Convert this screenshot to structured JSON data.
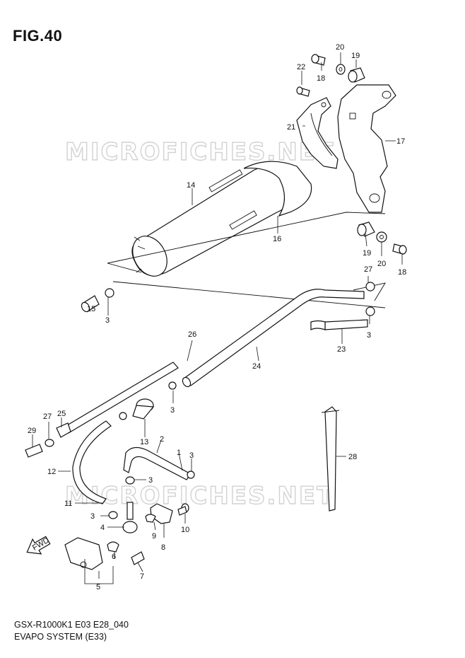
{
  "figure": {
    "title": "FIG.40",
    "model_code": "GSX-R1000K1 E03 E28_040",
    "system_name": "EVAPO SYSTEM (E33)",
    "direction_mark": "FWD"
  },
  "watermarks": [
    "MICROFICHES.NET",
    "MICROFICHES.NET"
  ],
  "callouts": [
    {
      "id": "c22",
      "text": "22"
    },
    {
      "id": "c20a",
      "text": "20"
    },
    {
      "id": "c19a",
      "text": "19"
    },
    {
      "id": "c18a",
      "text": "18"
    },
    {
      "id": "c21",
      "text": "21"
    },
    {
      "id": "c17",
      "text": "17"
    },
    {
      "id": "c14",
      "text": "14"
    },
    {
      "id": "c16",
      "text": "16"
    },
    {
      "id": "c19b",
      "text": "19"
    },
    {
      "id": "c20b",
      "text": "20"
    },
    {
      "id": "c18b",
      "text": "18"
    },
    {
      "id": "c27a",
      "text": "27"
    },
    {
      "id": "c15",
      "text": "15"
    },
    {
      "id": "c3a",
      "text": "3"
    },
    {
      "id": "c3b",
      "text": "3"
    },
    {
      "id": "c26",
      "text": "26"
    },
    {
      "id": "c23",
      "text": "23"
    },
    {
      "id": "c24",
      "text": "24"
    },
    {
      "id": "c27b",
      "text": "27"
    },
    {
      "id": "c25",
      "text": "25"
    },
    {
      "id": "c3c",
      "text": "3"
    },
    {
      "id": "c29",
      "text": "29"
    },
    {
      "id": "c13",
      "text": "13"
    },
    {
      "id": "c2",
      "text": "2"
    },
    {
      "id": "c1",
      "text": "1"
    },
    {
      "id": "c3d",
      "text": "3"
    },
    {
      "id": "c28",
      "text": "28"
    },
    {
      "id": "c12",
      "text": "12"
    },
    {
      "id": "c3e",
      "text": "3"
    },
    {
      "id": "c11",
      "text": "11"
    },
    {
      "id": "c3f",
      "text": "3"
    },
    {
      "id": "c10",
      "text": "10"
    },
    {
      "id": "c4",
      "text": "4"
    },
    {
      "id": "c9",
      "text": "9"
    },
    {
      "id": "c8",
      "text": "8"
    },
    {
      "id": "c6",
      "text": "6"
    },
    {
      "id": "c7",
      "text": "7"
    },
    {
      "id": "c5",
      "text": "5"
    }
  ]
}
